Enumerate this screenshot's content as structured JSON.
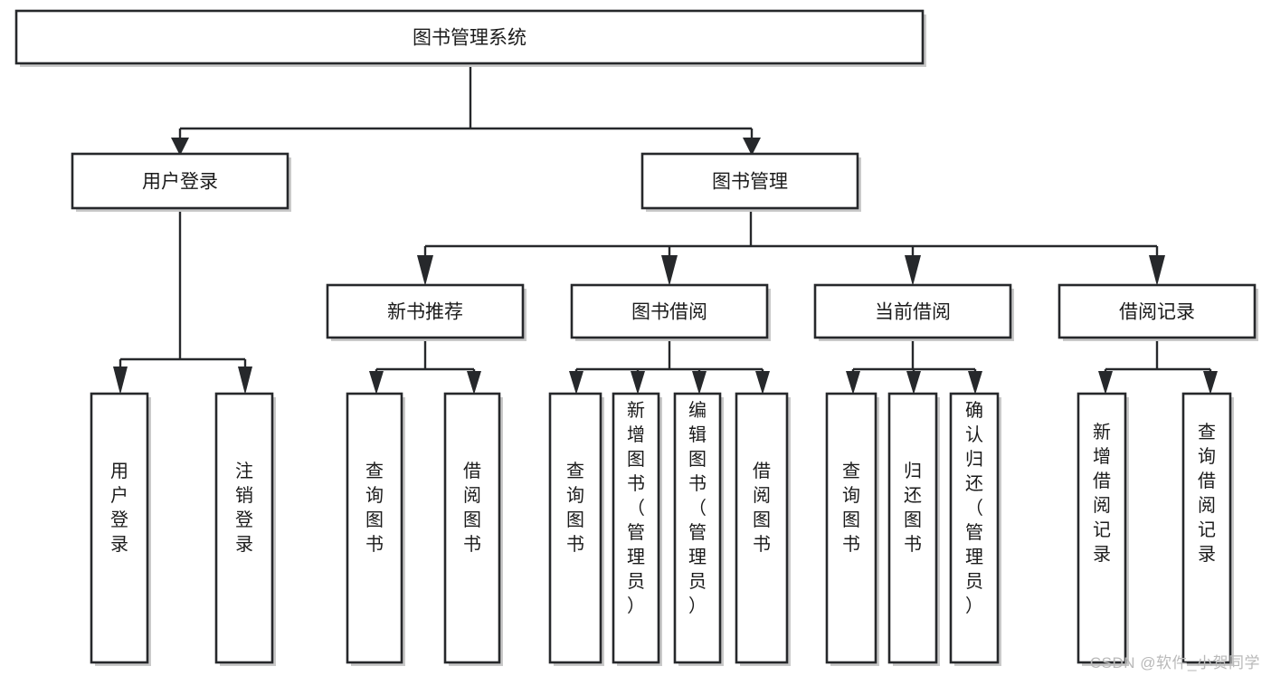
{
  "diagram": {
    "type": "tree-hierarchy",
    "title": "图书管理系统",
    "watermark": "CSDN @软件_小贺同学",
    "levels": [
      {
        "level": 1,
        "nodes": [
          {
            "id": "root",
            "label": "图书管理系统",
            "orientation": "horizontal"
          }
        ]
      },
      {
        "level": 2,
        "nodes": [
          {
            "id": "login",
            "label": "用户登录",
            "orientation": "horizontal",
            "parent": "root"
          },
          {
            "id": "bookmgr",
            "label": "图书管理",
            "orientation": "horizontal",
            "parent": "root"
          }
        ]
      },
      {
        "level": 3,
        "nodes": [
          {
            "id": "newbook",
            "label": "新书推荐",
            "orientation": "horizontal",
            "parent": "bookmgr"
          },
          {
            "id": "borrow",
            "label": "图书借阅",
            "orientation": "horizontal",
            "parent": "bookmgr"
          },
          {
            "id": "current",
            "label": "当前借阅",
            "orientation": "horizontal",
            "parent": "bookmgr"
          },
          {
            "id": "records",
            "label": "借阅记录",
            "orientation": "horizontal",
            "parent": "bookmgr"
          }
        ]
      },
      {
        "level": 4,
        "nodes": [
          {
            "id": "leaf-user-login",
            "label": "用户登录",
            "orientation": "vertical",
            "parent": "login"
          },
          {
            "id": "leaf-user-logout",
            "label": "注销登录",
            "orientation": "vertical",
            "parent": "login"
          },
          {
            "id": "leaf-query-book-1",
            "label": "查询图书",
            "orientation": "vertical",
            "parent": "newbook"
          },
          {
            "id": "leaf-borrow-book-1",
            "label": "借阅图书",
            "orientation": "vertical",
            "parent": "newbook"
          },
          {
            "id": "leaf-query-book-2",
            "label": "查询图书",
            "orientation": "vertical",
            "parent": "borrow"
          },
          {
            "id": "leaf-add-book",
            "label": "新增图书（管理员）",
            "orientation": "vertical",
            "parent": "borrow"
          },
          {
            "id": "leaf-edit-book",
            "label": "编辑图书（管理员）",
            "orientation": "vertical",
            "parent": "borrow"
          },
          {
            "id": "leaf-borrow-book-2",
            "label": "借阅图书",
            "orientation": "vertical",
            "parent": "borrow"
          },
          {
            "id": "leaf-query-book-3",
            "label": "查询图书",
            "orientation": "vertical",
            "parent": "current"
          },
          {
            "id": "leaf-return-book",
            "label": "归还图书",
            "orientation": "vertical",
            "parent": "current"
          },
          {
            "id": "leaf-confirm-return",
            "label": "确认归还（管理员）",
            "orientation": "vertical",
            "parent": "current"
          },
          {
            "id": "leaf-add-record",
            "label": "新增借阅记录",
            "orientation": "vertical",
            "parent": "records"
          },
          {
            "id": "leaf-query-record",
            "label": "查询借阅记录",
            "orientation": "vertical",
            "parent": "records"
          }
        ]
      }
    ],
    "colors": {
      "box_fill": "#ffffff",
      "box_stroke": "#26282b",
      "connector": "#26282b",
      "text": "#1b1b1b",
      "watermark": "#b9b9b9",
      "background": "#ffffff"
    }
  }
}
